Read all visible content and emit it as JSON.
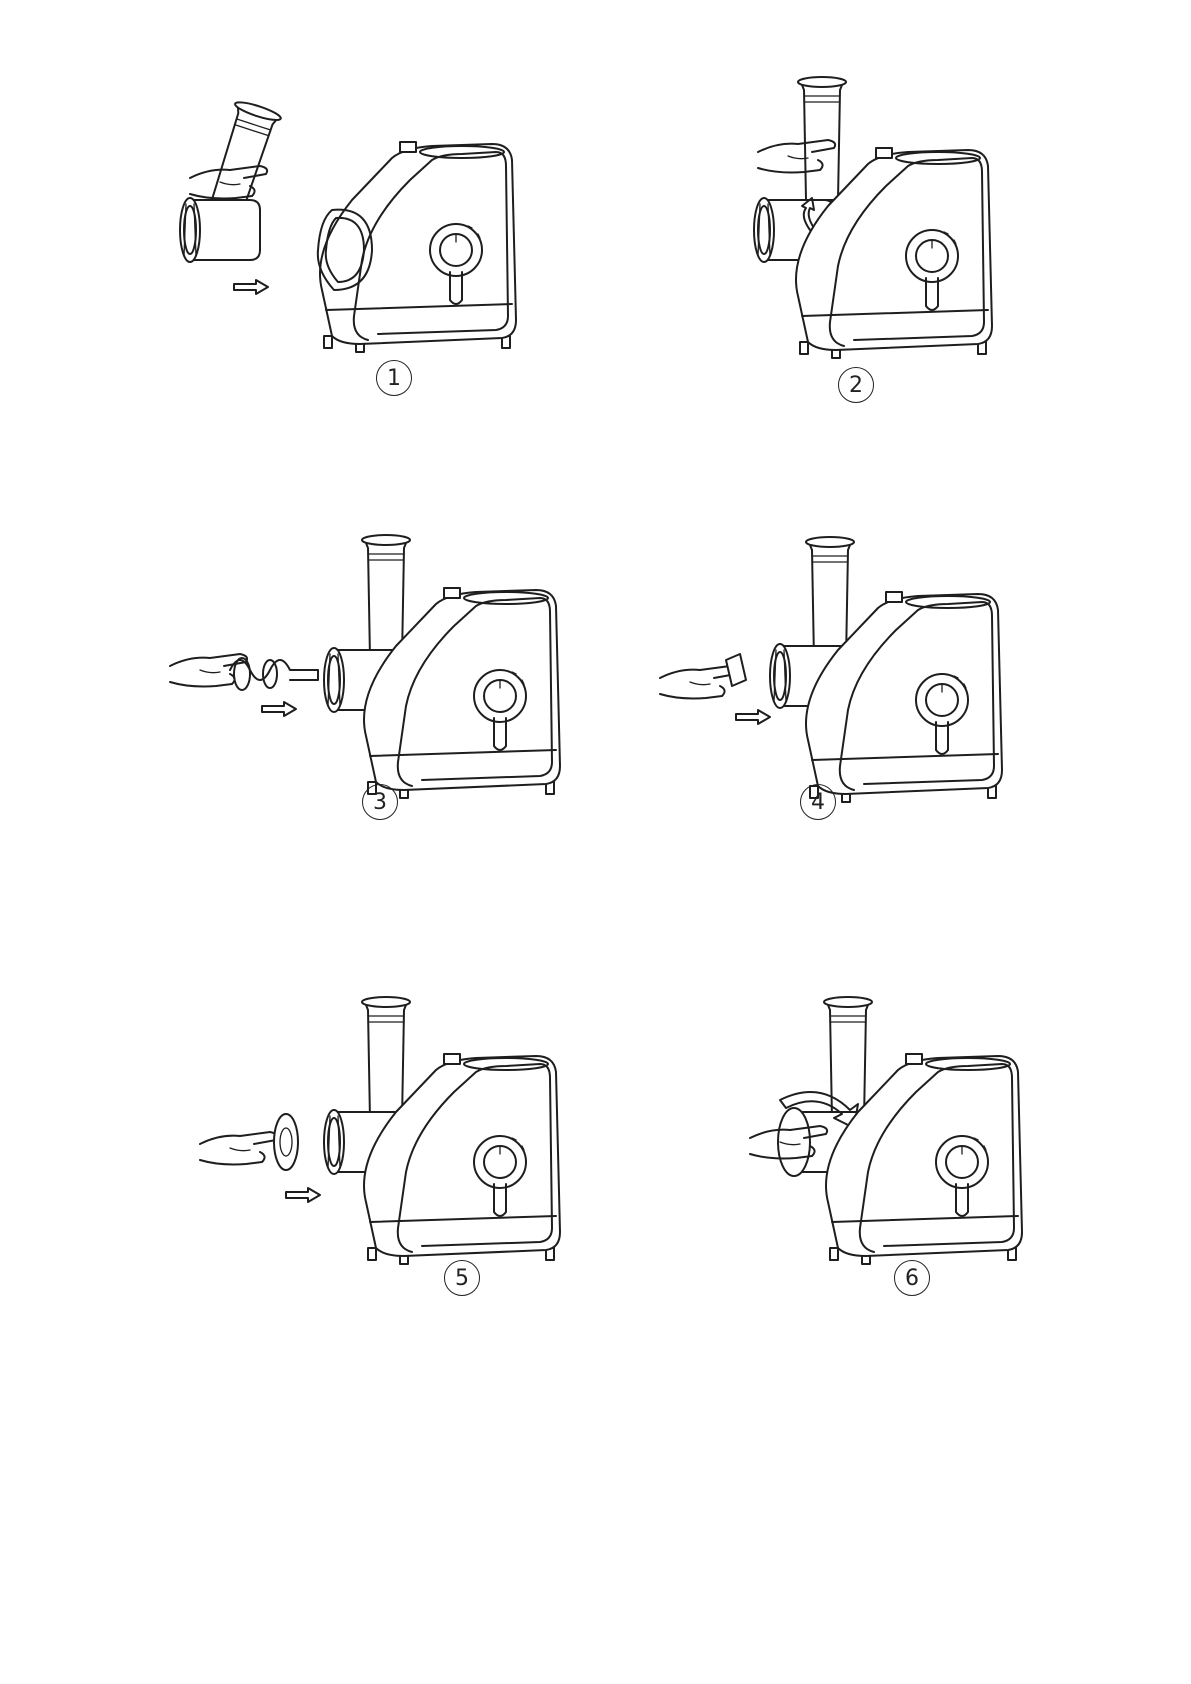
{
  "page": {
    "background": "#ffffff",
    "line_color": "#1e1e1e"
  },
  "steps": [
    {
      "number": "1",
      "action": "attach-tube-housing"
    },
    {
      "number": "2",
      "action": "rotate-housing-upright"
    },
    {
      "number": "3",
      "action": "insert-screw-feeder"
    },
    {
      "number": "4",
      "action": "insert-cutting-blade"
    },
    {
      "number": "5",
      "action": "insert-grinding-plate"
    },
    {
      "number": "6",
      "action": "tighten-ring-nut"
    }
  ]
}
